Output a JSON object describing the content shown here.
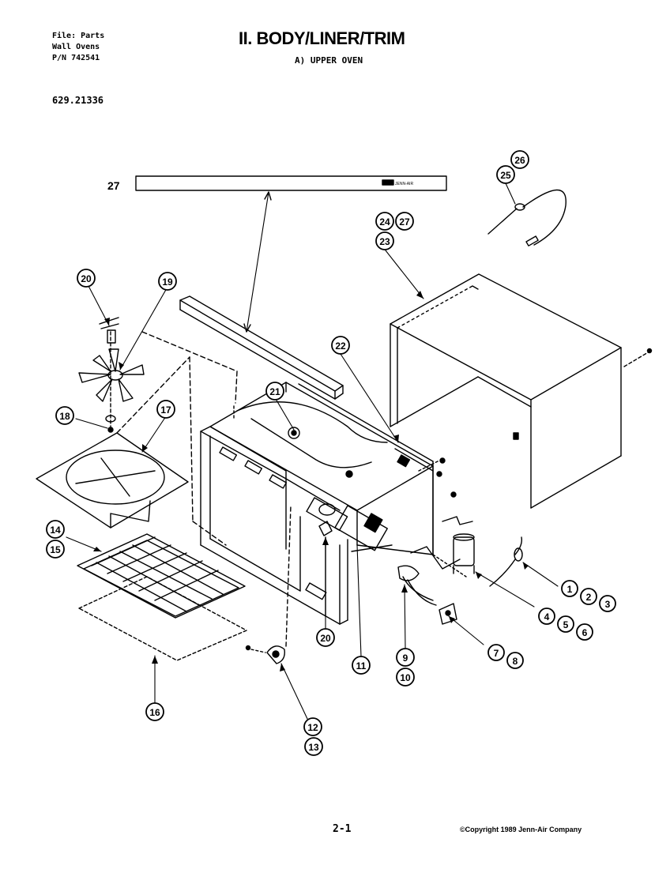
{
  "header": {
    "file_line": "File: Parts",
    "category_line": "Wall Ovens",
    "part_number_line": "P/N 742541",
    "model_number": "629.21336"
  },
  "title": "II. BODY/LINER/TRIM",
  "subtitle": "A)  UPPER OVEN",
  "trim_label": "27",
  "trim_brand": "JENN-AIR",
  "callouts": [
    "1",
    "2",
    "3",
    "4",
    "5",
    "6",
    "7",
    "8",
    "9",
    "10",
    "11",
    "12",
    "13",
    "14",
    "15",
    "16",
    "17",
    "18",
    "19",
    "20",
    "21",
    "22",
    "23",
    "24",
    "25",
    "26",
    "27",
    "20"
  ],
  "footer": {
    "page_number": "2-1",
    "copyright": "©Copyright 1989 Jenn-Air Company"
  }
}
